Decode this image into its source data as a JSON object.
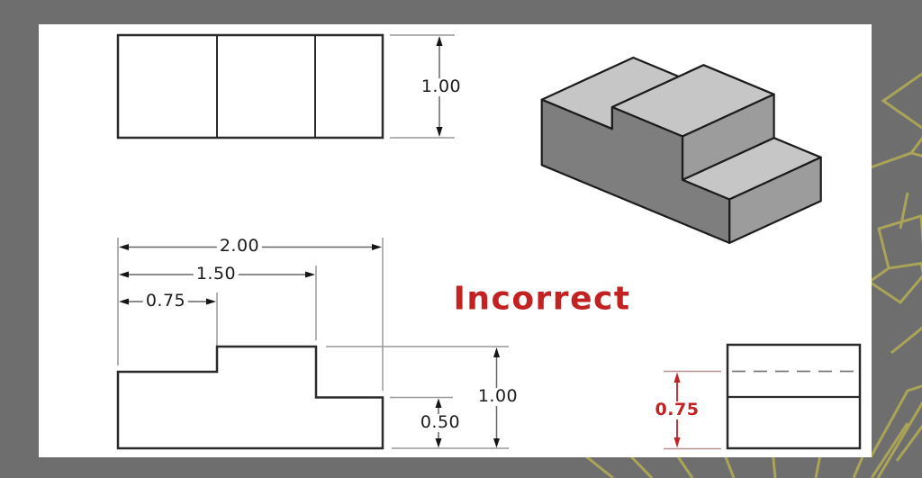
{
  "slide": {
    "status_label": "Incorrect",
    "status_color": "#c32222"
  },
  "views": {
    "top_view": {
      "height_dim": "1.00"
    },
    "front_view": {
      "width_total": "2.00",
      "width_to_step": "1.50",
      "width_left_segment": "0.75",
      "height_total": "1.00",
      "height_right_step": "0.50"
    },
    "side_view": {
      "height_highlight": "0.75",
      "highlight_color": "#c32222"
    },
    "isometric_view": {
      "face_colors": {
        "top": "#c6c6c6",
        "side": "#9c9c9c",
        "front": "#7e7e7e"
      }
    }
  },
  "background": {
    "canvas_color": "#6e6e6e",
    "page_color": "#ffffff",
    "pattern_color": "#a9a457"
  }
}
